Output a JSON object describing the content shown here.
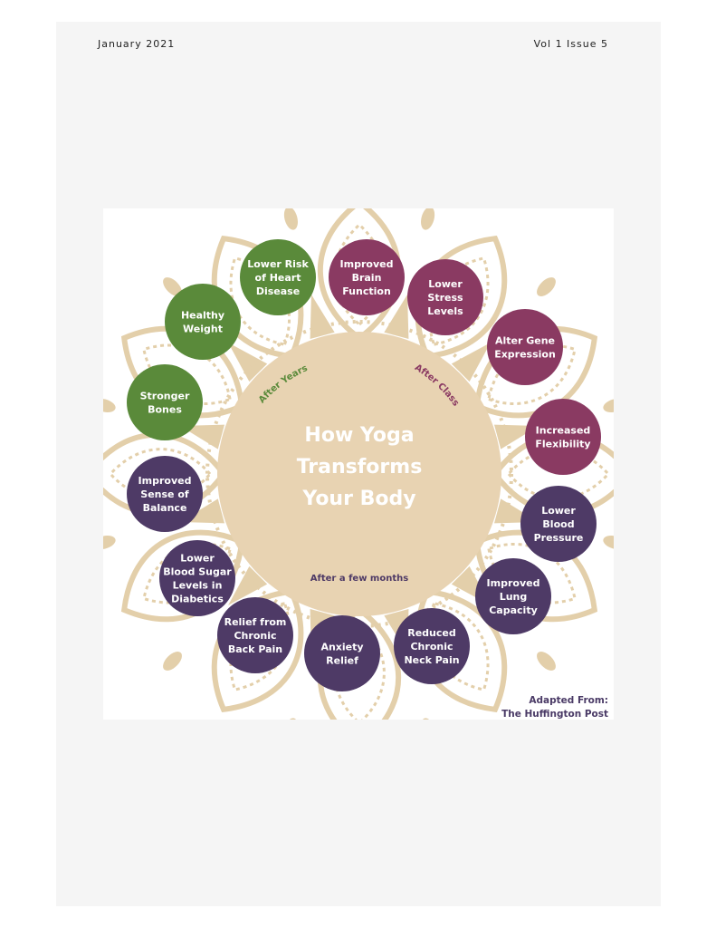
{
  "header": {
    "date": "January 2021",
    "issue": "Vol 1 Issue 5"
  },
  "infographic": {
    "title_lines": [
      "How Yoga",
      "Transforms",
      "Your Body"
    ],
    "group_labels": {
      "after_years": "After Years",
      "after_class": "After Class",
      "after_months": "After a few months"
    },
    "colors": {
      "after_years": "#5a8a3a",
      "after_class": "#8a3a62",
      "after_months": "#4e3a66",
      "center": "#e8d3b2",
      "mandala": "#e3cfaa"
    },
    "benefits": [
      {
        "group": "after_years",
        "lines": [
          "Lower Risk",
          "of Heart",
          "Disease"
        ]
      },
      {
        "group": "after_class",
        "lines": [
          "Improved",
          "Brain",
          "Function"
        ]
      },
      {
        "group": "after_class",
        "lines": [
          "Lower",
          "Stress",
          "Levels"
        ]
      },
      {
        "group": "after_class",
        "lines": [
          "Alter Gene",
          "Expression"
        ]
      },
      {
        "group": "after_class",
        "lines": [
          "Increased",
          "Flexibility"
        ]
      },
      {
        "group": "after_months",
        "lines": [
          "Lower",
          "Blood",
          "Pressure"
        ]
      },
      {
        "group": "after_months",
        "lines": [
          "Improved",
          "Lung",
          "Capacity"
        ]
      },
      {
        "group": "after_months",
        "lines": [
          "Reduced",
          "Chronic",
          "Neck Pain"
        ]
      },
      {
        "group": "after_months",
        "lines": [
          "Anxiety",
          "Relief"
        ]
      },
      {
        "group": "after_months",
        "lines": [
          "Relief from",
          "Chronic",
          "Back Pain"
        ]
      },
      {
        "group": "after_months",
        "lines": [
          "Lower",
          "Blood Sugar",
          "Levels in",
          "Diabetics"
        ]
      },
      {
        "group": "after_months",
        "lines": [
          "Improved",
          "Sense of",
          "Balance"
        ]
      },
      {
        "group": "after_years",
        "lines": [
          "Stronger",
          "Bones"
        ]
      },
      {
        "group": "after_years",
        "lines": [
          "Healthy",
          "Weight"
        ]
      }
    ],
    "credit_lines": [
      "Adapted From:",
      "The Huffington Post"
    ]
  }
}
